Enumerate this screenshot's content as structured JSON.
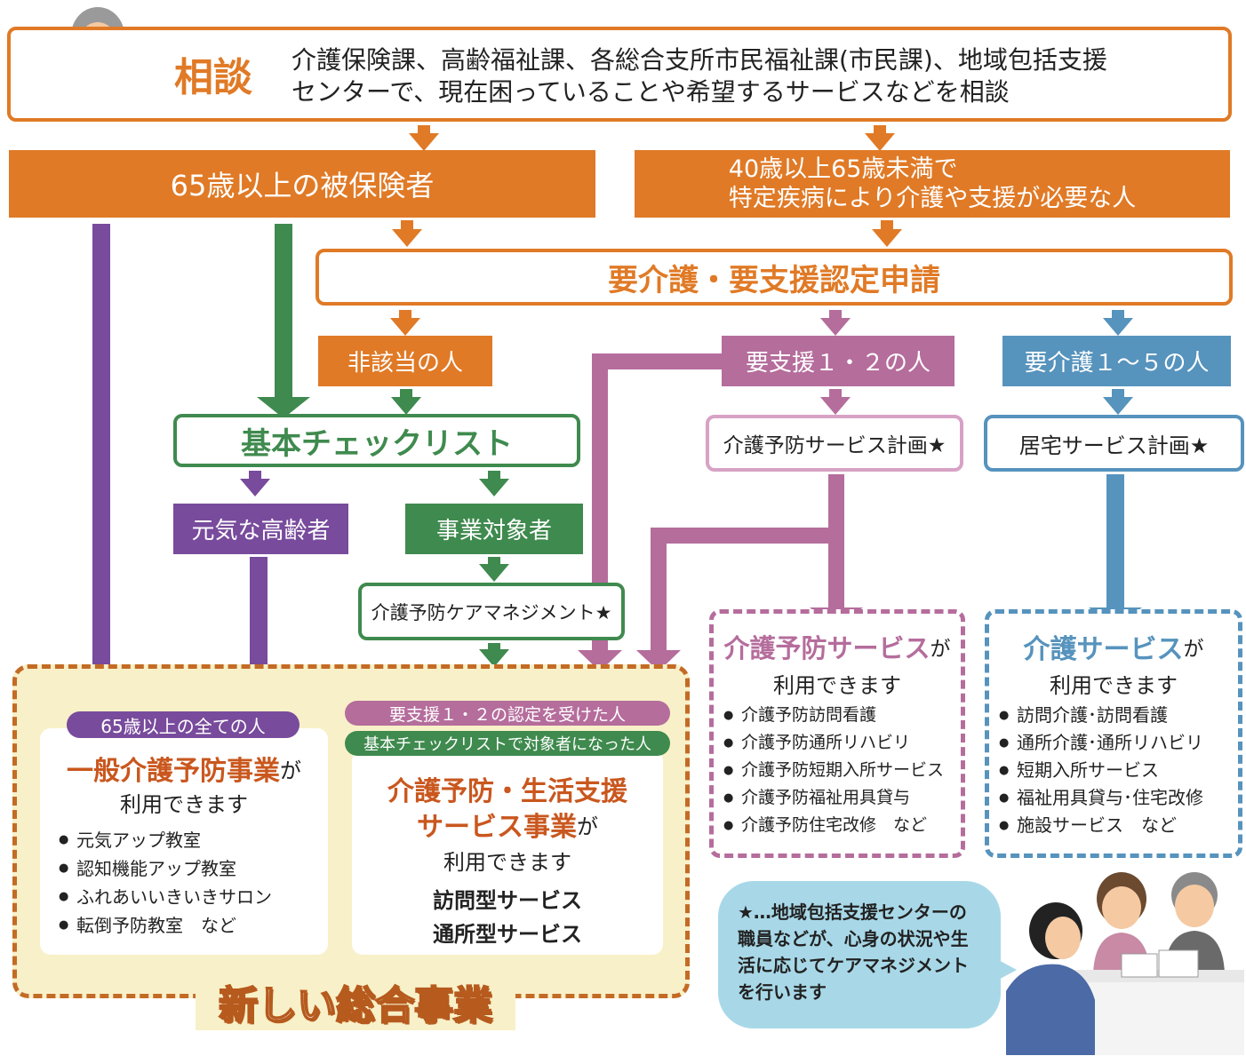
{
  "colors": {
    "orange": "#e07a26",
    "green": "#3f8a4e",
    "purple": "#784b9c",
    "pink": "#b56d9c",
    "blue": "#5693bd",
    "cream": "#f8f0c8",
    "speech": "#a8d8e8"
  },
  "consult": {
    "title": "相談",
    "text": "介護保険課、高齢福祉課、各総合支所市民福祉課(市民課)、地域包括支援\nセンターで、現在困っていることや希望するサービスなどを相談"
  },
  "over65": "65歳以上の被保険者",
  "age40_65": "40歳以上65歳未満で\n特定疾病により介護や支援が必要な人",
  "application": "要介護・要支援認定申請",
  "not_applicable": "非該当の人",
  "support12": "要支援１・２の人",
  "care15": "要介護１～５の人",
  "checklist": "基本チェックリスト",
  "prevention_plan": "介護予防サービス計画★",
  "home_plan": "居宅サービス計画★",
  "healthy_elderly": "元気な高齢者",
  "target_person": "事業対象者",
  "care_management": "介護予防ケアマネジメント★",
  "prevention_service": {
    "title": "介護予防サービス",
    "suffix": "が",
    "usable": "利用できます",
    "items": [
      "介護予防訪問看護",
      "介護予防通所リハビリ",
      "介護予防短期入所サービス",
      "介護予防福祉用具貸与",
      "介護予防住宅改修　など"
    ]
  },
  "care_service": {
    "title": "介護サービス",
    "suffix": "が",
    "usable": "利用できます",
    "items": [
      "訪問介護･訪問看護",
      "通所介護･通所リハビリ",
      "短期入所サービス",
      "福祉用具貸与･住宅改修",
      "施設サービス　など"
    ]
  },
  "general": {
    "tag": "65歳以上の全ての人",
    "title": "一般介護予防事業",
    "suffix": "が",
    "usable": "利用できます",
    "items": [
      "元気アップ教室",
      "認知機能アップ教室",
      "ふれあいいきいきサロン",
      "転倒予防教室　など"
    ]
  },
  "living": {
    "tag1": "要支援１・２の認定を受けた人",
    "tag2": "基本チェックリストで対象者になった人",
    "title_line1": "介護予防・生活支援",
    "title_line2": "サービス事業",
    "suffix": "が",
    "usable": "利用できます",
    "visit": "訪問型サービス",
    "daycare": "通所型サービス"
  },
  "new_program": "新しい総合事業",
  "note": "★…地域包括支援センターの職員などが、心身の状況や生活に応じてケアマネジメントを行います"
}
